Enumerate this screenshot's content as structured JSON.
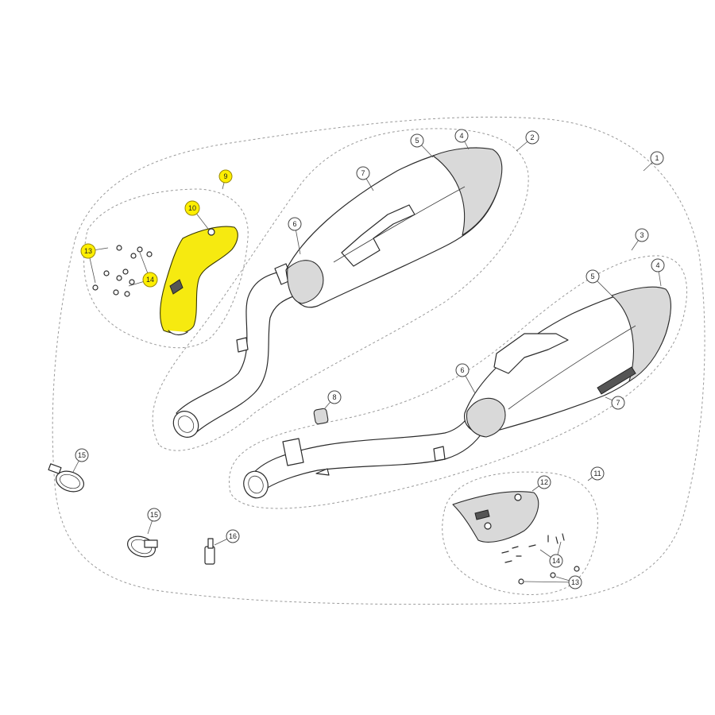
{
  "diagram": {
    "callouts": [
      {
        "id": "c1",
        "label": "1",
        "highlighted": false
      },
      {
        "id": "c2",
        "label": "2",
        "highlighted": false
      },
      {
        "id": "c3",
        "label": "3",
        "highlighted": false
      },
      {
        "id": "c4a",
        "label": "4",
        "highlighted": false
      },
      {
        "id": "c4b",
        "label": "4",
        "highlighted": false
      },
      {
        "id": "c5a",
        "label": "5",
        "highlighted": false
      },
      {
        "id": "c5b",
        "label": "5",
        "highlighted": false
      },
      {
        "id": "c6a",
        "label": "6",
        "highlighted": false
      },
      {
        "id": "c6b",
        "label": "6",
        "highlighted": false
      },
      {
        "id": "c7a",
        "label": "7",
        "highlighted": false
      },
      {
        "id": "c7b",
        "label": "7",
        "highlighted": false
      },
      {
        "id": "c8",
        "label": "8",
        "highlighted": false
      },
      {
        "id": "c9",
        "label": "9",
        "highlighted": true
      },
      {
        "id": "c10",
        "label": "10",
        "highlighted": true
      },
      {
        "id": "c11",
        "label": "11",
        "highlighted": false
      },
      {
        "id": "c12",
        "label": "12",
        "highlighted": false
      },
      {
        "id": "c13a",
        "label": "13",
        "highlighted": true
      },
      {
        "id": "c13b",
        "label": "13",
        "highlighted": false
      },
      {
        "id": "c14a",
        "label": "14",
        "highlighted": true
      },
      {
        "id": "c14b",
        "label": "14",
        "highlighted": false
      },
      {
        "id": "c15a",
        "label": "15",
        "highlighted": false
      },
      {
        "id": "c15b",
        "label": "15",
        "highlighted": false
      },
      {
        "id": "c16",
        "label": "16",
        "highlighted": false
      }
    ],
    "highlight_color": "#f6ea10"
  }
}
